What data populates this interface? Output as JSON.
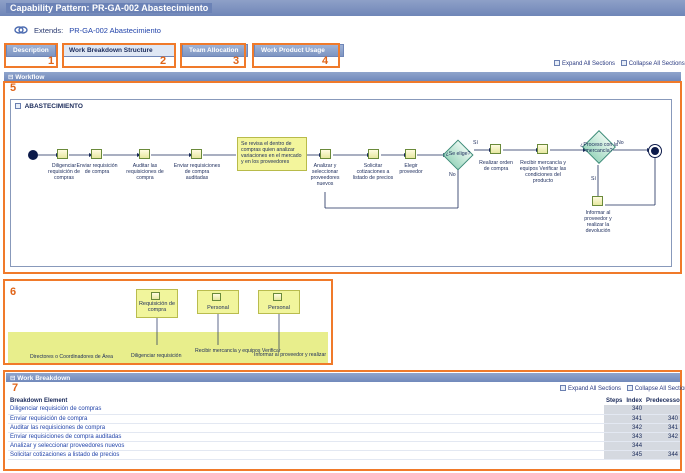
{
  "header": {
    "title": "Capability Pattern: PR-GA-002 Abastecimiento"
  },
  "extends": {
    "label": "Extends:",
    "value": "PR-GA-002 Abastecimiento"
  },
  "tabs": [
    {
      "label": "Description",
      "number": "1"
    },
    {
      "label": "Work Breakdown Structure",
      "number": "2"
    },
    {
      "label": "Team Allocation",
      "number": "3"
    },
    {
      "label": "Work Product Usage",
      "number": "4"
    }
  ],
  "expand": {
    "expand_label": "Expand All Sections",
    "collapse_label": "Collapse All Sections"
  },
  "workflow": {
    "section_title": "Workflow",
    "number": "5",
    "diagram_title": "ABASTECIMIENTO",
    "activities": [
      "Diligenciar requisición de compras",
      "Enviar requisición de compra",
      "Auditar las requisiciones de compra",
      "Enviar requisiciones de compra auditadas",
      "Analizar y seleccionar proveedores nuevos",
      "Solicitar cotizaciones a listado de precios",
      "Elegir proveedor",
      "Realizar orden de compra",
      "Recibir mercancía y equipos Verificar las condiciones del producto",
      "Informar al proveedor y realizar la devolución"
    ],
    "note": "Se revisa el dentro de compras quien analizar variaciones en el mercado y en los proveedores",
    "decisions": [
      "¿Se elige?",
      "¿Proceso con la mercancía?"
    ],
    "decision_yes": "Sí",
    "decision_no": "No"
  },
  "section6": {
    "number": "6",
    "boxes": [
      "Requisición de compra",
      "Personal",
      "Personal"
    ],
    "labels": [
      "Directores o Coordinadores de Área",
      "Diligenciar requisición",
      "Recibir mercancía y equipos Verificar",
      "Informar al proveedor y realizar"
    ]
  },
  "breakdown": {
    "section_title": "Work Breakdown",
    "number": "7",
    "columns": [
      "Breakdown Element",
      "Steps",
      "Index",
      "Predecessors"
    ],
    "rows": [
      {
        "name": "Diligenciar requisición de compras",
        "index": "340",
        "pred": ""
      },
      {
        "name": "Enviar requisición de compra",
        "index": "341",
        "pred": "340"
      },
      {
        "name": "Auditar las requisiciones de compra",
        "index": "342",
        "pred": "341"
      },
      {
        "name": "Enviar requisiciones de compra auditadas",
        "index": "343",
        "pred": "342"
      },
      {
        "name": "Analizar y seleccionar proveedores nuevos",
        "index": "344",
        "pred": ""
      },
      {
        "name": "Solicitar cotizaciones a listado de precios",
        "index": "345",
        "pred": "344"
      }
    ]
  },
  "colors": {
    "accent_orange": "#f07a2a",
    "header_blue": "#6f86b8",
    "note_yellow": "#f3f59c"
  }
}
